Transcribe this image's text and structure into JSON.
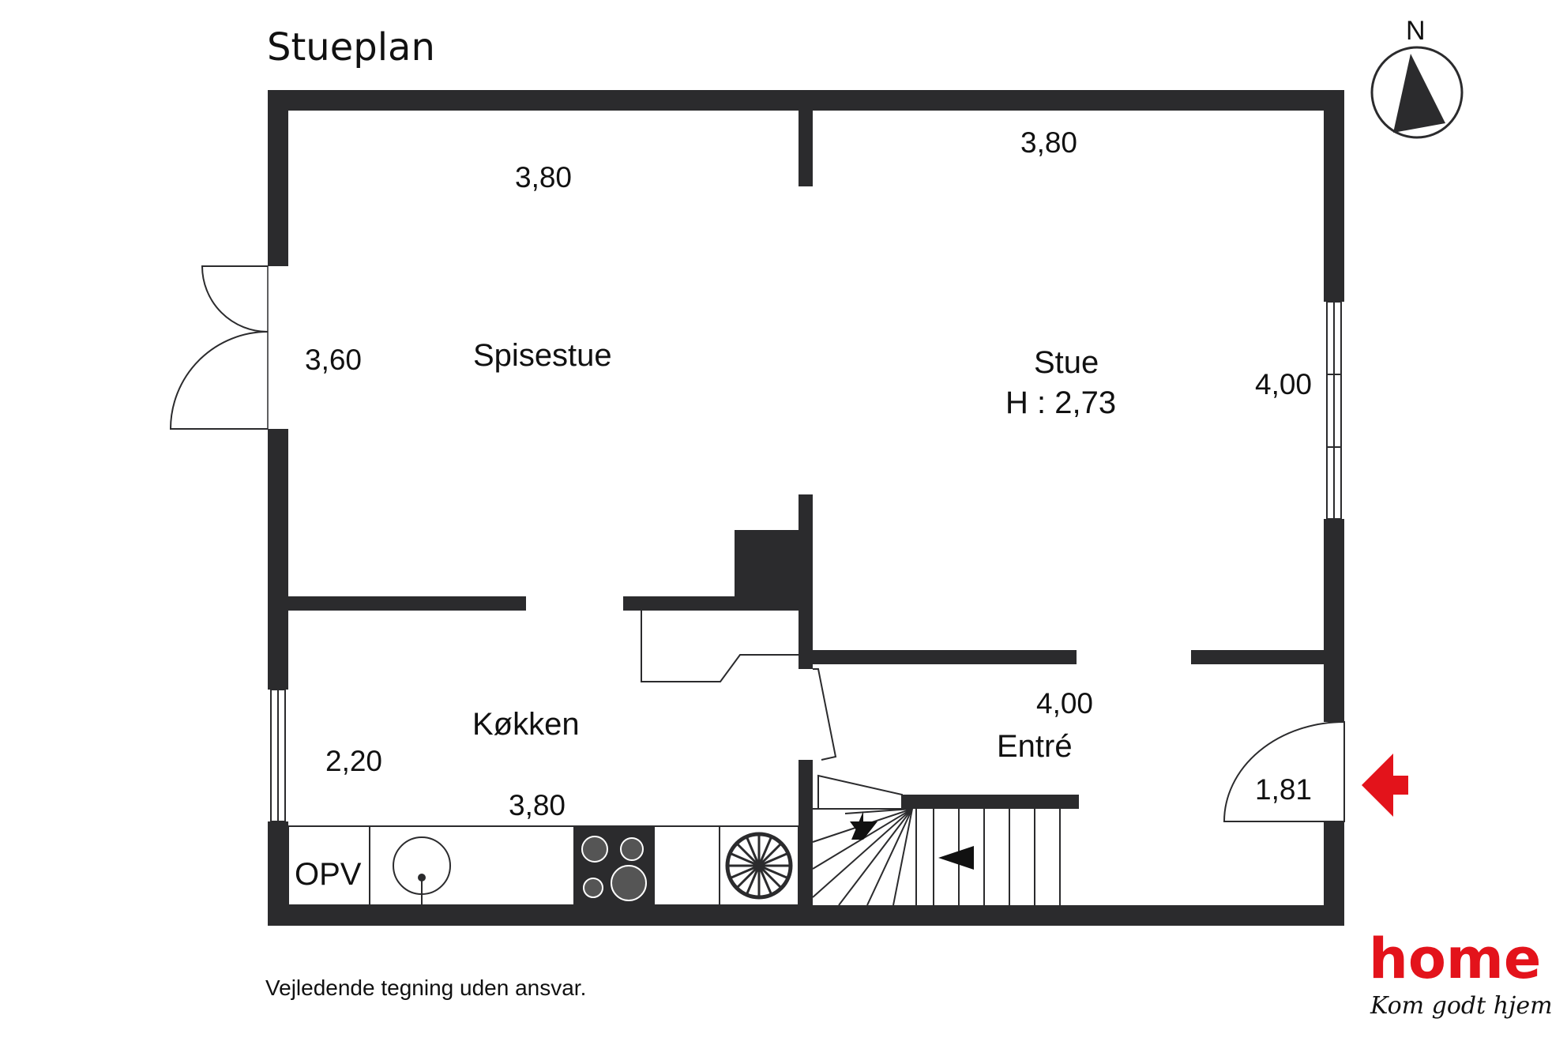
{
  "title": "Stueplan",
  "compass": {
    "label": "N"
  },
  "rooms": {
    "spisestue": "Spisestue",
    "stue": "Stue",
    "stue_height": "H : 2,73",
    "kokken": "Køkken",
    "entre": "Entré",
    "opv": "OPV"
  },
  "dimensions": {
    "spisestue_width": "3,80",
    "spisestue_depth": "3,60",
    "stue_width": "3,80",
    "stue_depth": "4,00",
    "kokken_depth": "2,20",
    "kokken_width": "3,80",
    "entre_width": "4,00",
    "entre_small": "1,81"
  },
  "disclaimer": "Vejledende tegning uden ansvar.",
  "brand": {
    "name": "home",
    "tagline": "Kom godt hjem",
    "color": "#e3131b"
  },
  "colors": {
    "wall": "#2b2b2d",
    "accent_arrow": "#e3131b"
  }
}
